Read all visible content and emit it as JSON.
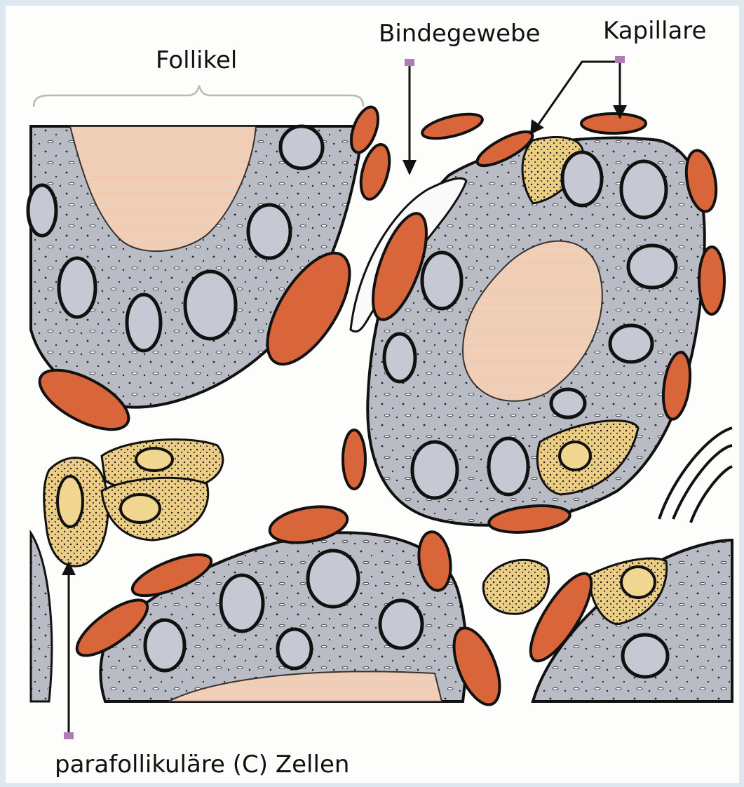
{
  "labels": {
    "follicle": "Follikel",
    "connective_tissue": "Bindegewebe",
    "capillary": "Kapillare",
    "c_cells": "parafollikuläre (C) Zellen"
  },
  "colors": {
    "background": "#dfe8f1",
    "paper": "#fdfdfb",
    "colloid": "#f3cdb3",
    "cell": "#b9bcc4",
    "nucleus": "#c6c8d3",
    "c_cell": "#eccd86",
    "erythrocyte": "#d9663a",
    "marker": "#b07cb5"
  }
}
